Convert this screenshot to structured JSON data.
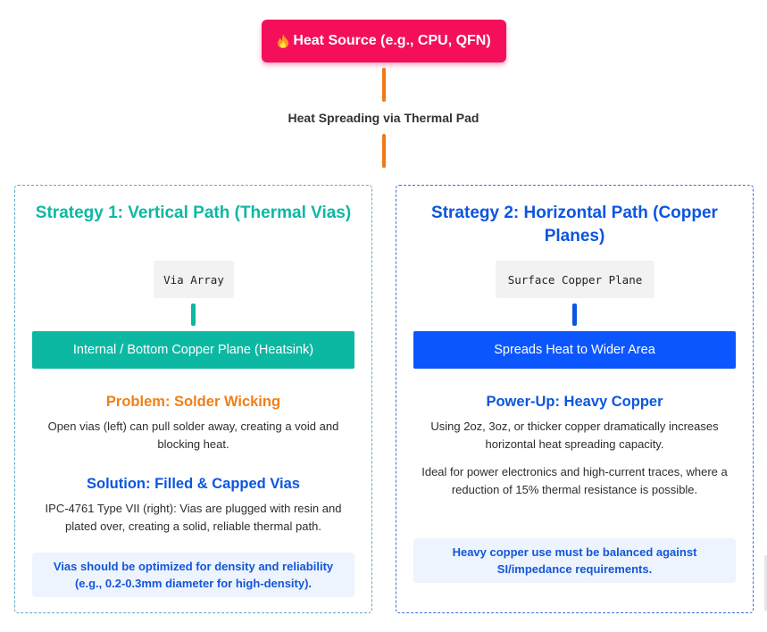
{
  "header": {
    "icon": "fire-icon",
    "title": "Heat Source (e.g., CPU, QFN)",
    "connector_label": "Heat Spreading via Thermal Pad"
  },
  "strategy1": {
    "title": "Strategy 1: Vertical Path (Thermal Vias)",
    "code": "Via Array",
    "plane": "Internal / Bottom Copper Plane (Heatsink)",
    "problem_title": "Problem: Solder Wicking",
    "problem_text": "Open vias (left) can pull solder away, creating a void and blocking heat.",
    "solution_title": "Solution: Filled & Capped Vias",
    "solution_text": "IPC-4761 Type VII (right): Vias are plugged with resin and plated over, creating a solid, reliable thermal path.",
    "note": "Vias should be optimized for density and reliability (e.g., 0.2-0.3mm diameter for high-density)."
  },
  "strategy2": {
    "title": "Strategy 2: Horizontal Path (Copper Planes)",
    "code": "Surface Copper Plane",
    "plane": "Spreads Heat to Wider Area",
    "powerup_title": "Power-Up: Heavy Copper",
    "powerup_text": "Using 2oz, 3oz, or thicker copper dramatically increases horizontal heat spreading capacity.",
    "ideal_text": "Ideal for power electronics and high-current traces, where a reduction of 15% thermal resistance is possible.",
    "note": "Heavy copper use must be balanced against SI/impedance requirements."
  },
  "colors": {
    "heat_source": "#f50f5b",
    "connector": "#f07a18",
    "teal": "#0db8a3",
    "blue": "#0b56e0",
    "note_bg": "#edf4fd"
  }
}
